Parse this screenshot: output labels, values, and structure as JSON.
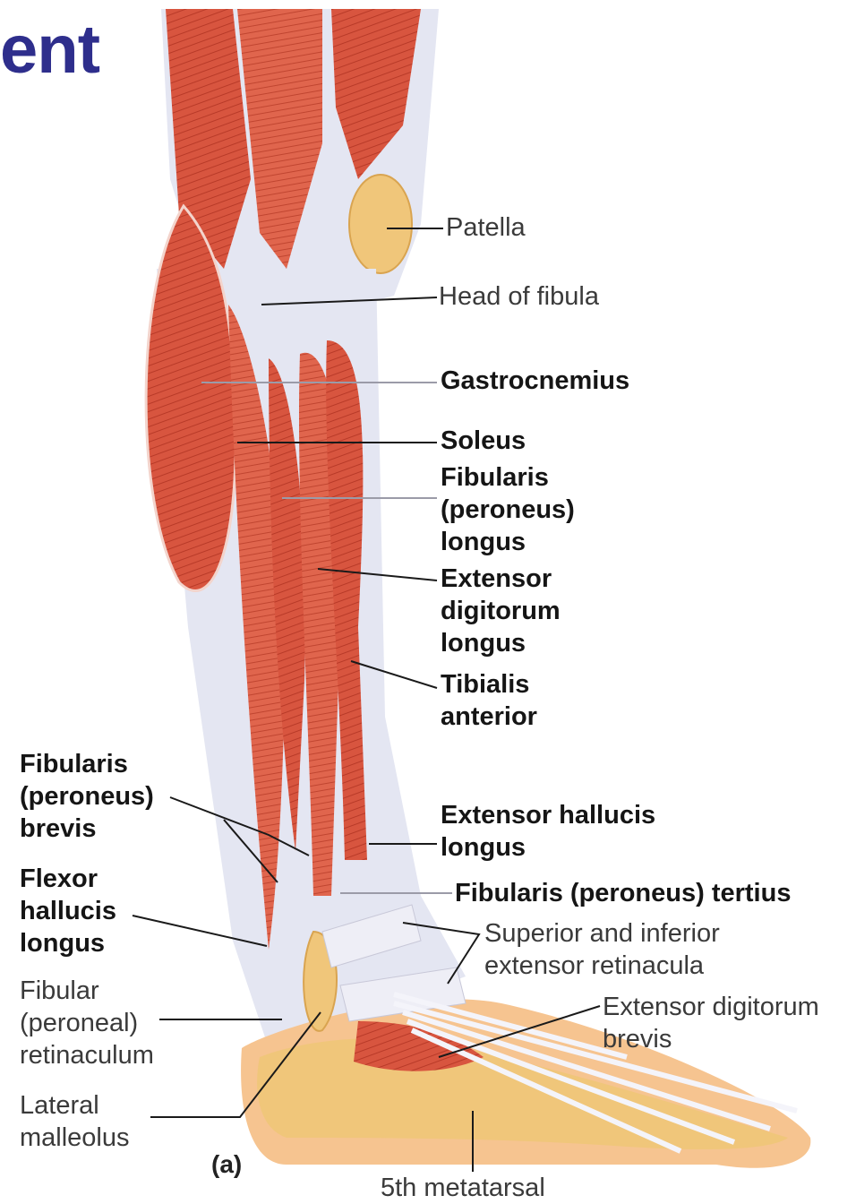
{
  "heading": "ent",
  "panel_label": "(a)",
  "labels": {
    "patella": "Patella",
    "head_of_fibula": "Head of fibula",
    "gastrocnemius": "Gastrocnemius",
    "soleus": "Soleus",
    "fibularis_longus": [
      "Fibularis",
      "(peroneus)",
      "longus"
    ],
    "extensor_digitorum_longus": [
      "Extensor",
      "digitorum",
      "longus"
    ],
    "tibialis_anterior": [
      "Tibialis",
      "anterior"
    ],
    "extensor_hallucis_longus": [
      "Extensor hallucis",
      "longus"
    ],
    "fibularis_tertius": "Fibularis (peroneus) tertius",
    "retinacula": [
      "Superior and inferior",
      "extensor retinacula"
    ],
    "extensor_digitorum_brevis": [
      "Extensor digitorum",
      "brevis"
    ],
    "fibularis_brevis": [
      "Fibularis",
      "(peroneus)",
      "brevis"
    ],
    "flexor_hallucis_longus": [
      "Flexor",
      "hallucis",
      "longus"
    ],
    "fibular_retinaculum": [
      "Fibular",
      "(peroneal)",
      "retinaculum"
    ],
    "lateral_malleolus": [
      "Lateral",
      "malleolus"
    ],
    "fifth_metatarsal": "5th metatarsal"
  },
  "colors": {
    "heading": "#2e2e8c",
    "muscle": "#d8553f",
    "muscle_dark": "#b83a28",
    "tendon": "#e4e6f2",
    "bone": "#f0c67a",
    "skin": "#f6c490"
  }
}
